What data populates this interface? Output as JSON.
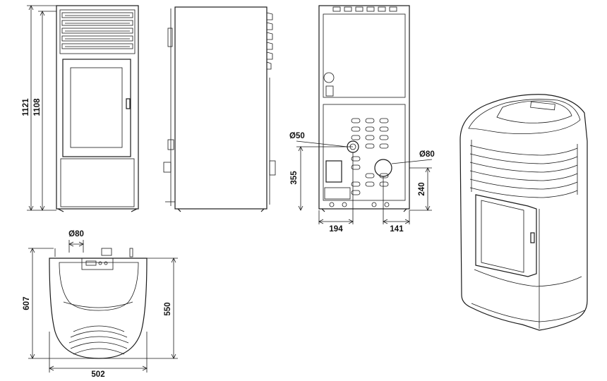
{
  "dimensions": {
    "front_total_height": "1121",
    "front_body_height": "1108",
    "rear_flue_diameter": "Ø80",
    "rear_air_inlet_diameter": "Ø50",
    "rear_inlet_height": "355",
    "rear_inlet_offset": "194",
    "rear_flue_height": "240",
    "rear_flue_offset": "141",
    "top_flue_diameter": "Ø80",
    "top_total_depth": "607",
    "top_body_depth": "550",
    "top_width": "502"
  }
}
